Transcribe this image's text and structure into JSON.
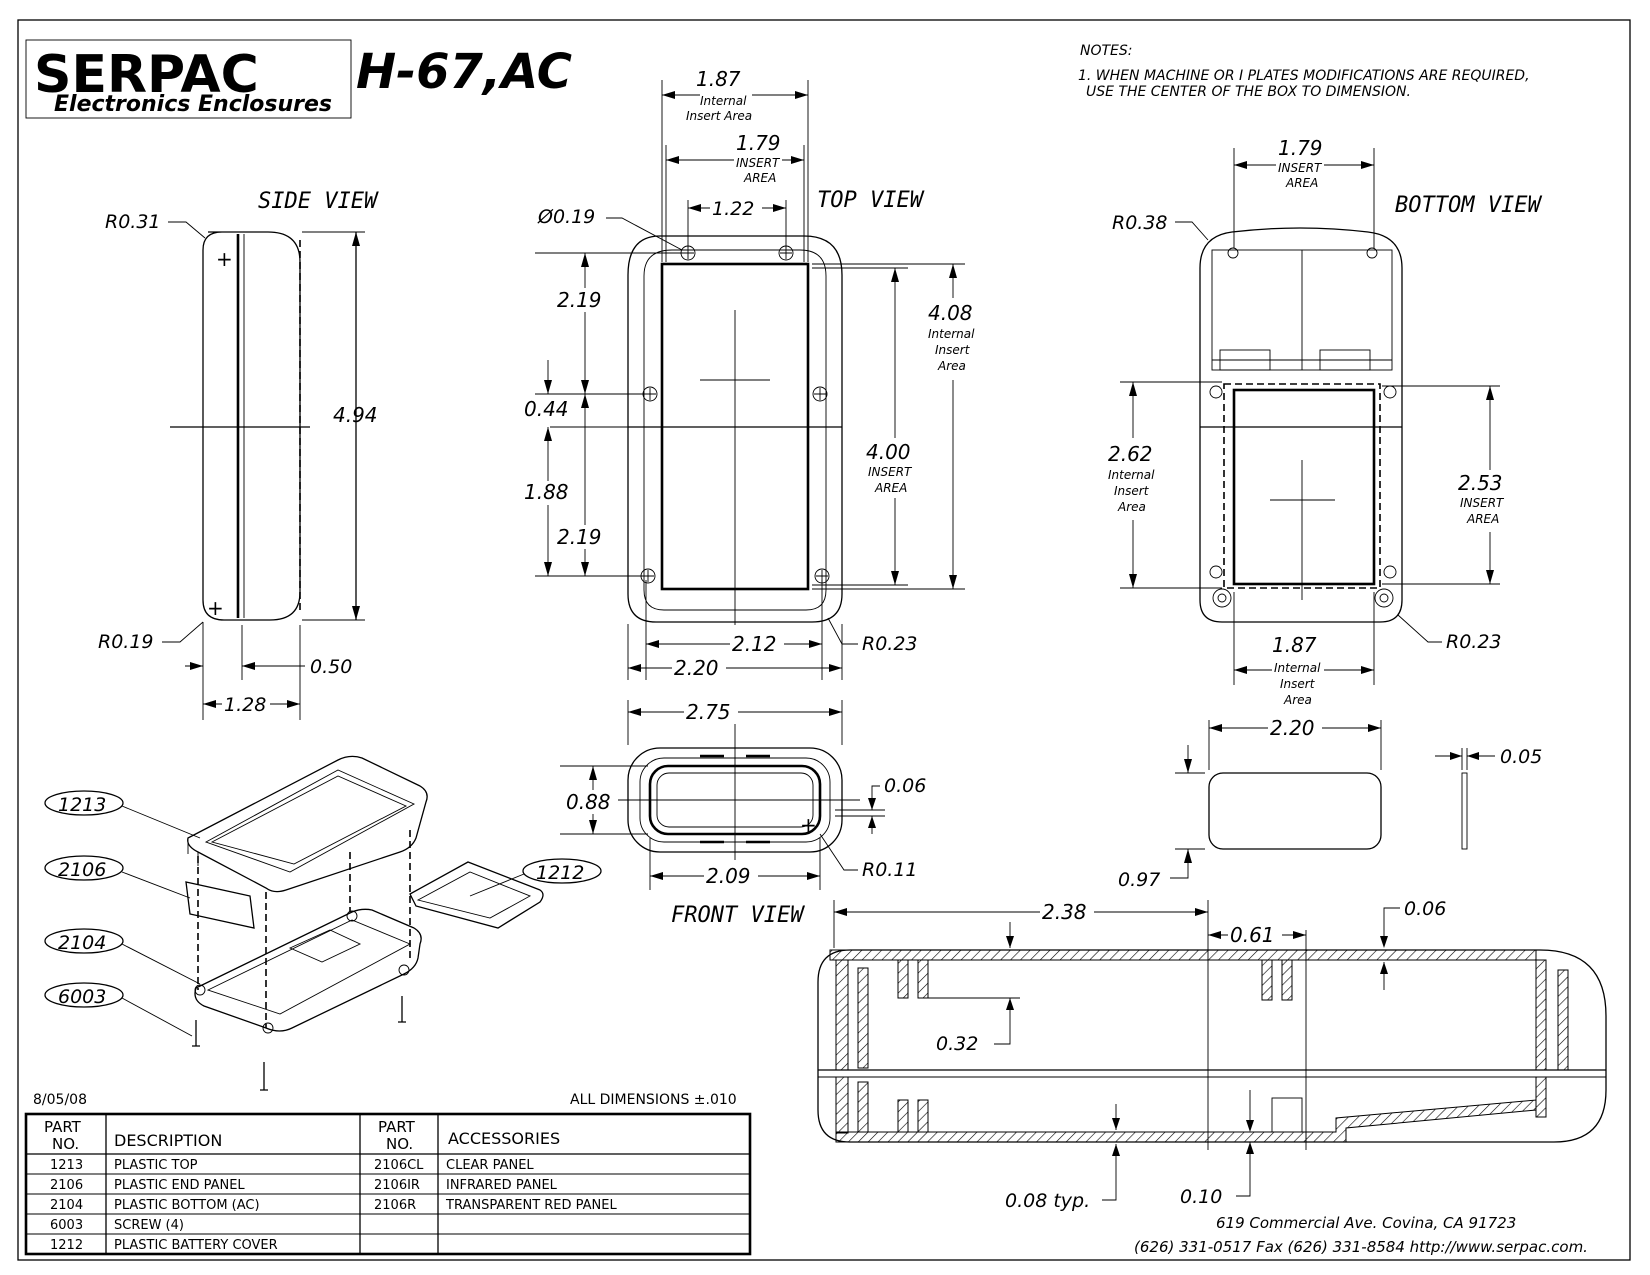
{
  "header": {
    "brand": "SERPAC",
    "tagline": "Electronics Enclosures",
    "model": "H-67,AC"
  },
  "notes": {
    "title": "NOTES:",
    "line1": "1. WHEN MACHINE OR I PLATES MODIFICATIONS ARE REQUIRED,",
    "line2": "USE THE CENTER OF THE BOX TO DIMENSION."
  },
  "views": {
    "side": "SIDE VIEW",
    "top": "TOP VIEW",
    "bottom": "BOTTOM VIEW",
    "front": "FRONT VIEW"
  },
  "dims": {
    "side_r031": "R0.31",
    "side_494": "4.94",
    "side_r019": "R0.19",
    "side_050": "0.50",
    "side_128": "1.28",
    "top_187": "1.87",
    "top_187_sub1": "Internal",
    "top_187_sub2": "Insert Area",
    "top_179": "1.79",
    "top_179_sub1": "INSERT",
    "top_179_sub2": "AREA",
    "top_122": "1.22",
    "top_dia019": "Ø0.19",
    "top_219a": "2.19",
    "top_044": "0.44",
    "top_188": "1.88",
    "top_219b": "2.19",
    "top_408": "4.08",
    "top_408_sub1": "Internal",
    "top_408_sub2": "Insert",
    "top_408_sub3": "Area",
    "top_400": "4.00",
    "top_400_sub1": "INSERT",
    "top_400_sub2": "AREA",
    "top_212": "2.12",
    "top_220": "2.20",
    "top_r023": "R0.23",
    "bot_179": "1.79",
    "bot_179_sub1": "INSERT",
    "bot_179_sub2": "AREA",
    "bot_r038": "R0.38",
    "bot_262": "2.62",
    "bot_262_sub1": "Internal",
    "bot_262_sub2": "Insert",
    "bot_262_sub3": "Area",
    "bot_253": "2.53",
    "bot_253_sub1": "INSERT",
    "bot_253_sub2": "AREA",
    "bot_187": "1.87",
    "bot_187_sub1": "Internal",
    "bot_187_sub2": "Insert",
    "bot_187_sub3": "Area",
    "bot_r023": "R0.23",
    "panel_220": "2.20",
    "panel_097": "0.97",
    "panel_005": "0.05",
    "front_275": "2.75",
    "front_088": "0.88",
    "front_006": "0.06",
    "front_209": "2.09",
    "front_r011": "R0.11",
    "sec_238": "2.38",
    "sec_061": "0.61",
    "sec_006": "0.06",
    "sec_032": "0.32",
    "sec_008": "0.08 typ.",
    "sec_010": "0.10"
  },
  "parts_callouts": [
    "1213",
    "2106",
    "2104",
    "6003",
    "1212"
  ],
  "footer": {
    "date": "8/05/08",
    "tolerance": "ALL DIMENSIONS ±.010",
    "address": "619 Commercial Ave. Covina, CA  91723",
    "contact": "(626) 331-0517  Fax (626) 331-8584  http://www.serpac.com."
  },
  "parts_table": {
    "headers": {
      "part_no_1": "PART",
      "part_no_2": "NO.",
      "description": "DESCRIPTION",
      "acc_no_1": "PART",
      "acc_no_2": "NO.",
      "accessories": "ACCESSORIES"
    },
    "rows": [
      {
        "part": "1213",
        "desc": "PLASTIC TOP",
        "acc_part": "2106CL",
        "acc_desc": "CLEAR PANEL"
      },
      {
        "part": "2106",
        "desc": "PLASTIC END PANEL",
        "acc_part": "2106IR",
        "acc_desc": "INFRARED PANEL"
      },
      {
        "part": "2104",
        "desc": "PLASTIC BOTTOM (AC)",
        "acc_part": "2106R",
        "acc_desc": "TRANSPARENT RED PANEL"
      },
      {
        "part": "6003",
        "desc": "SCREW (4)",
        "acc_part": "",
        "acc_desc": ""
      },
      {
        "part": "1212",
        "desc": "PLASTIC BATTERY COVER",
        "acc_part": "",
        "acc_desc": ""
      }
    ]
  }
}
